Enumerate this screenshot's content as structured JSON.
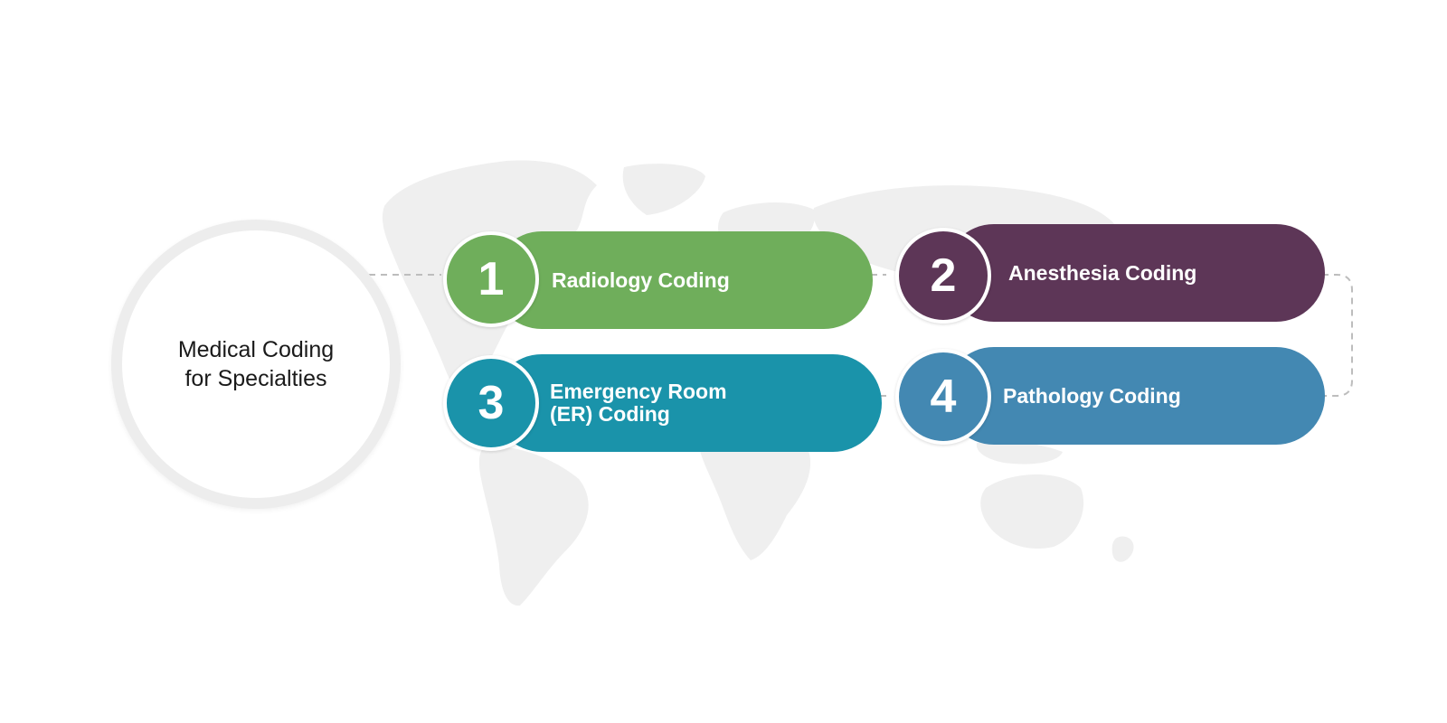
{
  "center": {
    "line1": "Medical Coding",
    "line2": "for Specialties"
  },
  "steps": [
    {
      "number": "1",
      "label_lines": [
        "Radiology Coding"
      ],
      "color": "#6fae5b"
    },
    {
      "number": "2",
      "label_lines": [
        "Anesthesia Coding"
      ],
      "color": "#5d3657"
    },
    {
      "number": "3",
      "label_lines": [
        "Emergency Room",
        "(ER) Coding"
      ],
      "color": "#1a93aa"
    },
    {
      "number": "4",
      "label_lines": [
        "Pathology Coding"
      ],
      "color": "#4388b2"
    }
  ],
  "colors": {
    "map": "#efefef",
    "connector": "#bdbdbd",
    "ring": "#ededed",
    "background": "#ffffff"
  }
}
